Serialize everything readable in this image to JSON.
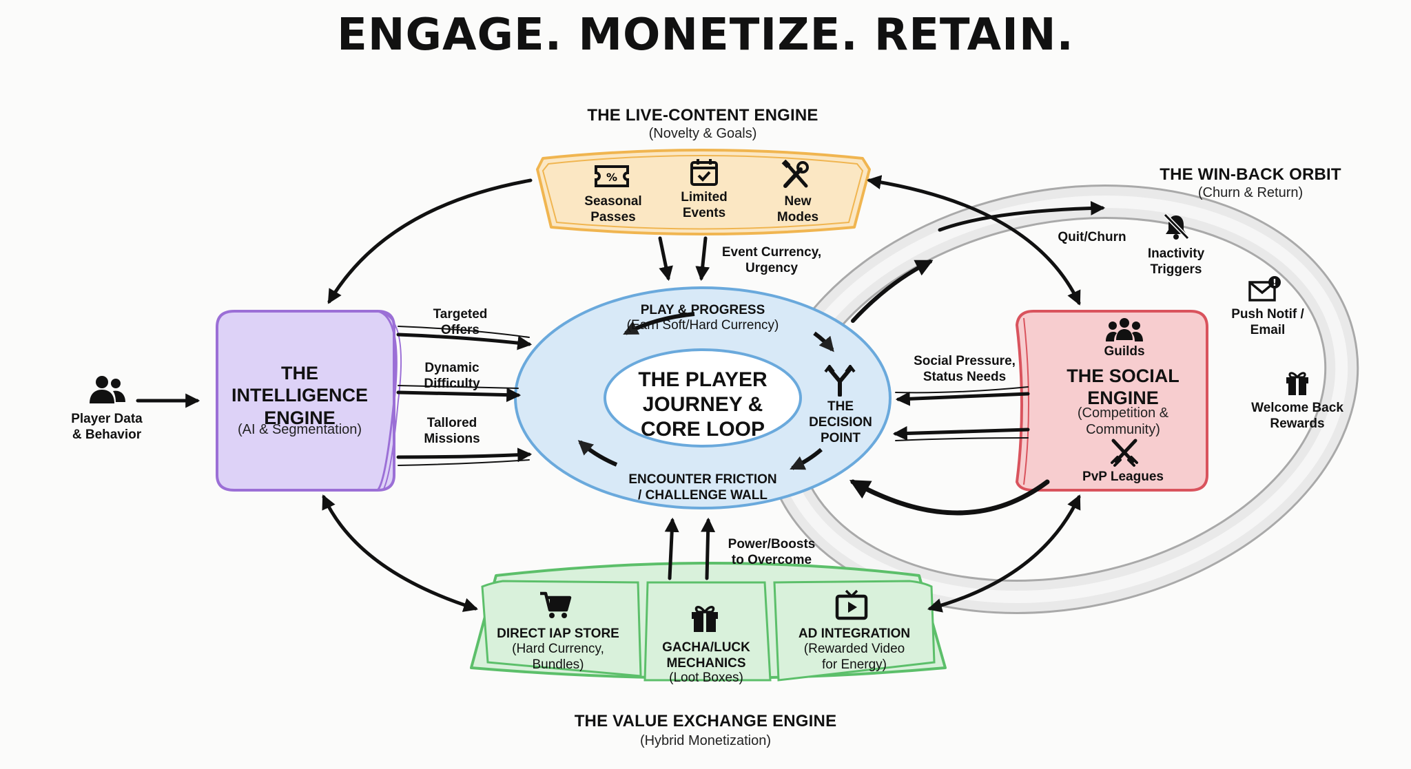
{
  "title": "ENGAGE. MONETIZE. RETAIN.",
  "live_content": {
    "title": "THE LIVE-CONTENT ENGINE",
    "subtitle": "(Novelty & Goals)",
    "items": [
      "Seasonal\nPasses",
      "Limited\nEvents",
      "New\nModes"
    ],
    "icons": [
      "ticket-icon",
      "calendar-icon",
      "tools-icon"
    ],
    "fill": "#fbe7c3",
    "stroke": "#f0b550"
  },
  "win_back": {
    "title": "THE WIN-BACK ORBIT",
    "subtitle": "(Churn & Return)",
    "quit": "Quit/Churn",
    "inactivity": "Inactivity\nTriggers",
    "push": "Push Notif /\nEmail",
    "welcome": "Welcome Back\nRewards",
    "icons": [
      "bell-off-icon",
      "mail-alert-icon",
      "gift-icon"
    ]
  },
  "intelligence": {
    "title": "THE\nINTELLIGENCE\nENGINE",
    "subtitle": "(AI & Segmentation)",
    "fill": "#ddd2f7",
    "stroke": "#9b6fd6"
  },
  "player_data": {
    "label": "Player Data\n& Behavior",
    "icon": "users-icon"
  },
  "intel_outputs": [
    "Targeted\nOffers",
    "Dynamic\nDifficulty",
    "Tallored\nMissions"
  ],
  "core": {
    "center": "THE PLAYER\nJOURNEY &\nCORE LOOP",
    "play": "PLAY & PROGRESS",
    "play_sub": "(Earn Soft/Hard Currency)",
    "decision": "THE\nDECISION\nPOINT",
    "friction": "ENCOUNTER FRICTION\n/ CHALLENGE WALL",
    "fill": "#d8e9f7",
    "stroke": "#6aa9dc"
  },
  "event_currency": "Event Currency,\nUrgency",
  "social_pressure": "Social Pressure,\nStatus Needs",
  "power_boosts": "Power/Boosts\nto Overcome",
  "social": {
    "title": "THE SOCIAL\nENGINE",
    "subtitle": "(Competition &\nCommunity)",
    "guilds": "Guilds",
    "pvp": "PvP Leagues",
    "icons": [
      "group-icon",
      "crossed-swords-icon"
    ],
    "fill": "#f7cdcf",
    "stroke": "#d9535d"
  },
  "value_exchange": {
    "title": "THE VALUE EXCHANGE ENGINE",
    "subtitle": "(Hybrid Monetization)",
    "items": [
      {
        "title": "DIRECT IAP STORE",
        "sub": "(Hard Currency,\nBundles)",
        "icon": "cart-icon"
      },
      {
        "title": "GACHA/LUCK\nMECHANICS",
        "sub": "(Loot Boxes)",
        "icon": "gift-icon"
      },
      {
        "title": "AD INTEGRATION",
        "sub": "(Rewarded Video\nfor Energy)",
        "icon": "tv-play-icon"
      }
    ],
    "fill": "#d9f1db",
    "stroke": "#5cbf6a"
  }
}
